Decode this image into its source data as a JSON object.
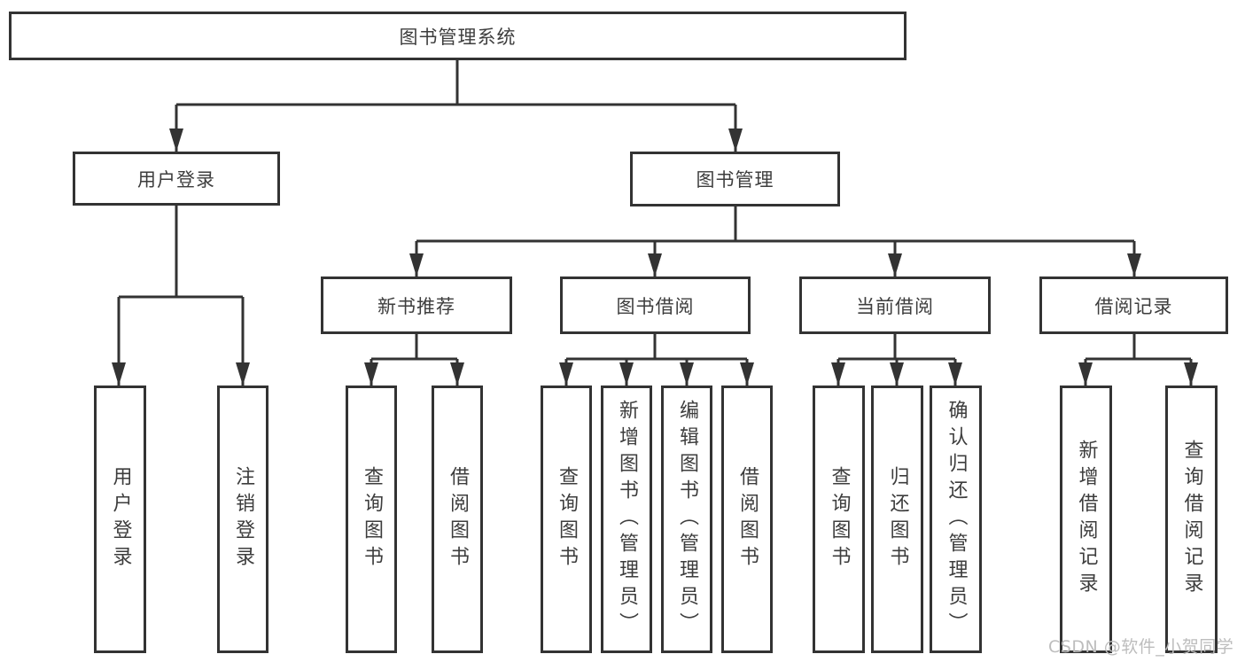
{
  "diagram": {
    "root": {
      "label": "图书管理系统"
    },
    "user_login": {
      "label": "用户登录",
      "children": [
        {
          "label": "用户登录"
        },
        {
          "label": "注销登录"
        }
      ]
    },
    "book_mgmt": {
      "label": "图书管理",
      "modules": [
        {
          "label": "新书推荐",
          "children": [
            {
              "label": "查询图书"
            },
            {
              "label": "借阅图书"
            }
          ]
        },
        {
          "label": "图书借阅",
          "children": [
            {
              "label": "查询图书"
            },
            {
              "label": "新增图书（管理员）"
            },
            {
              "label": "编辑图书（管理员）"
            },
            {
              "label": "借阅图书"
            }
          ]
        },
        {
          "label": "当前借阅",
          "children": [
            {
              "label": "查询图书"
            },
            {
              "label": "归还图书"
            },
            {
              "label": "确认归还（管理员）"
            }
          ]
        },
        {
          "label": "借阅记录",
          "children": [
            {
              "label": "新增借阅记录"
            },
            {
              "label": "查询借阅记录"
            }
          ]
        }
      ]
    }
  },
  "watermark": {
    "text": "CSDN @软件_小贺同学"
  }
}
